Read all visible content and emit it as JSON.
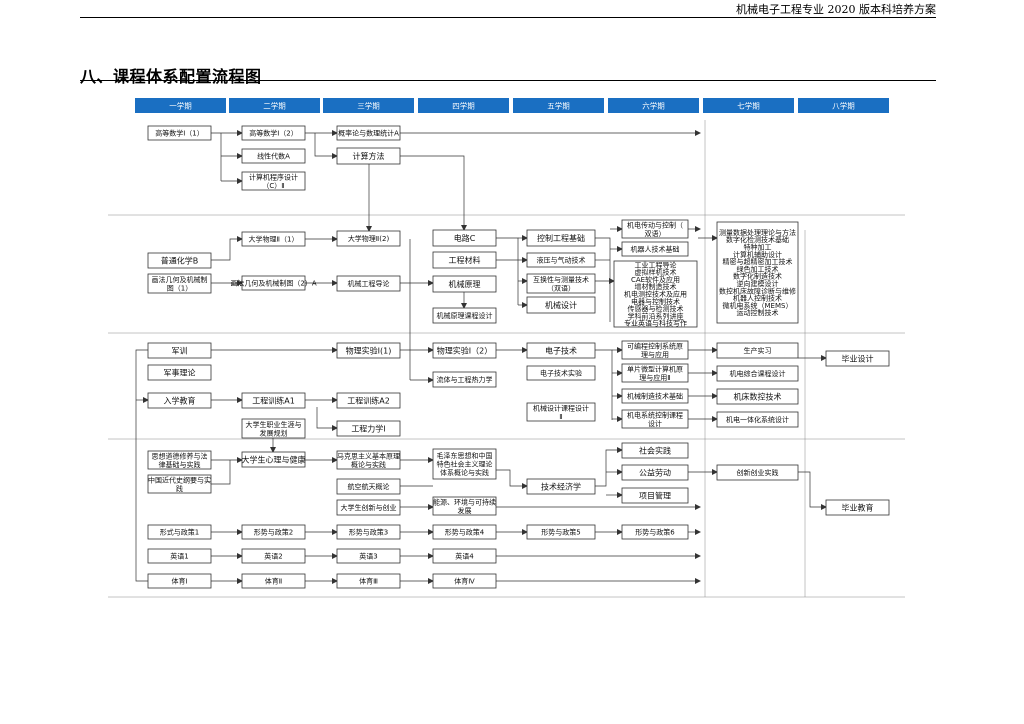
{
  "header": {
    "text": "机械电子工程专业 2020 版本科培养方案"
  },
  "section_title": "八、课程体系配置流程图",
  "semesters": [
    "一学期",
    "二学期",
    "三学期",
    "四学期",
    "五学期",
    "六学期",
    "七学期",
    "八学期"
  ],
  "courses": {
    "c_gs1": "高等数学Ⅰ（1）",
    "c_gs2": "高等数学Ⅰ（2）",
    "c_xxds": "线性代数A",
    "c_jsj": [
      "计算机程序设计",
      "（C）Ⅱ"
    ],
    "c_gl": "概率论与数理统计A",
    "c_jsff": "计算方法",
    "c_hx": "普通化学B",
    "c_jhzt1": [
      "画法几何及机械制",
      "图（1）"
    ],
    "c_dw1": "大学物理Ⅱ（1）",
    "c_jhzt2": "画法几何及机械制图（2）A",
    "c_dw2": "大学物理Ⅱ(2)",
    "c_jxgc": "机械工程导论",
    "c_dl": "电路C",
    "c_gccl": "工程材料",
    "c_jxyl": "机械原理",
    "c_jxylkc": "机械原理课程设计",
    "c_kzjc": "控制工程基础",
    "c_yy": "液压与气动技术",
    "c_hhx": [
      "互换性与测量技术",
      "（双语）"
    ],
    "c_jxsj": "机械设计",
    "c_jdqd": [
      "机电传动与控制（",
      "双语）"
    ],
    "c_jqr": "机器人技术基础",
    "c_elec6": [
      "工业工程导论",
      "虚拟样机技术",
      "CAE软件及应用",
      "增材制造技术",
      "机电测控技术及应用",
      "电器与控制技术",
      "传感器与检测技术",
      "学科前沿系列讲座",
      "专业英语与科技写作"
    ],
    "c_elec7": [
      "测量数据处理理论与方法",
      "数字化检测技术基础",
      "特种加工",
      "计算机辅助设计",
      "精密与超精密加工技术",
      "绿色加工技术",
      "数字化制造技术",
      "逆向建模设计",
      "数控机床故障诊断与维修",
      "机器人控制技术",
      "微机电系统（MEMS）",
      "运动控制技术"
    ],
    "c_jx": "军训",
    "c_jsll": "军事理论",
    "c_rxjy": "入学教育",
    "c_wls1": "物理实验Ⅰ(1)",
    "c_wls2": "物理实验Ⅰ（2）",
    "c_lt": "流体与工程热力学",
    "c_dzjs": "电子技术",
    "c_dzsy": "电子技术实验",
    "c_jxsjkc": [
      "机械设计课程设计",
      "Ⅱ"
    ],
    "c_plc": [
      "可编程控制系统原",
      "理与应用"
    ],
    "c_dp": [
      "单片微型计算机原",
      "理与应用Ⅱ"
    ],
    "c_zzjs": "机械制造技术基础",
    "c_jdkz": [
      "机电系统控制课程",
      "设计"
    ],
    "c_scsx": "生产实习",
    "c_jdzh": "机电综合课程设计",
    "c_jcsk": "机床数控技术",
    "c_jdyth": "机电一体化系统设计",
    "c_bysj": "毕业设计",
    "c_gcxl1": "工程训练A1",
    "c_gcxl2": "工程训练A2",
    "c_zy": [
      "大学生职业生涯与",
      "发展规划"
    ],
    "c_gclx": "工程力学Ⅰ",
    "c_sxdd": [
      "思想道德修养与法",
      "律基础与实践"
    ],
    "c_zgjd": [
      "中国近代史纲要与实",
      "践"
    ],
    "c_xljk": "大学生心理与健康",
    "c_mks": [
      "马克思主义基本原理",
      "概论与实践"
    ],
    "c_mzx": [
      "毛泽东思想和中国",
      "特色社会主义理论",
      "体系概论与实践"
    ],
    "c_hkht": "航空航天概论",
    "c_cxcy": "大学生创新与创业",
    "c_nyhj": [
      "能源、环境与可持续",
      "发展"
    ],
    "c_jsjj": "技术经济学",
    "c_shsj": "社会实践",
    "c_gyld": "公益劳动",
    "c_xmgl": "项目管理",
    "c_cxcysj": "创新创业实践",
    "c_byjy": "毕业教育",
    "c_xs1": "形式与政策1",
    "c_xs2": "形势与政策2",
    "c_xs3": "形势与政策3",
    "c_xs4": "形势与政策4",
    "c_xs5": "形势与政策5",
    "c_xs6": "形势与政策6",
    "c_yy1": "英语1",
    "c_yy2": "英语2",
    "c_yy3": "英语3",
    "c_yy4": "英语4",
    "c_ty1": "体育Ⅰ",
    "c_ty2": "体育Ⅱ",
    "c_ty3": "体育Ⅲ",
    "c_ty4": "体育Ⅳ"
  }
}
